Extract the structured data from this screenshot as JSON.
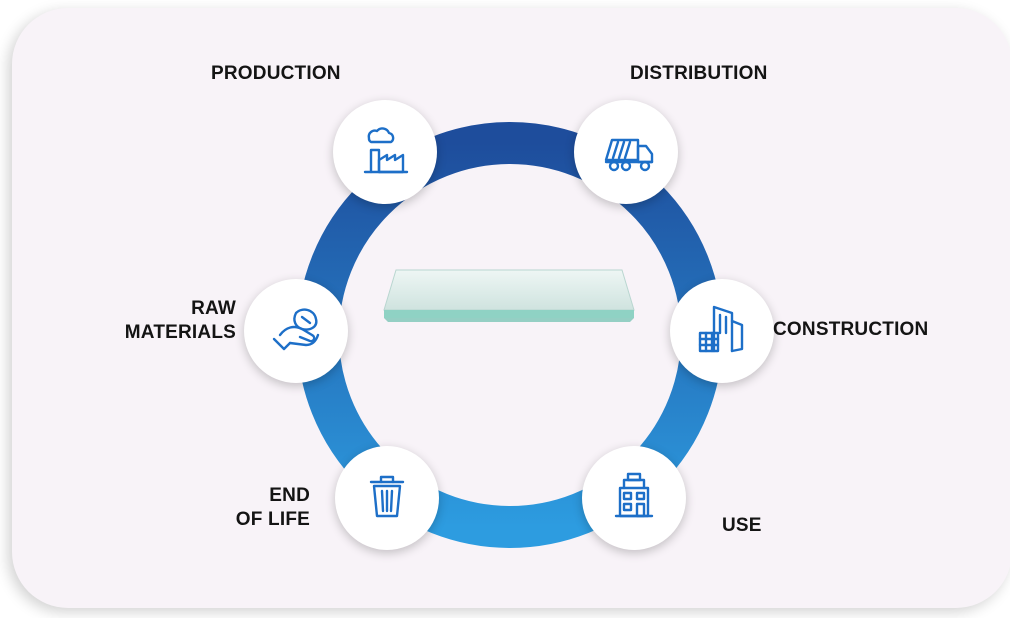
{
  "colors": {
    "background": "#f8f3f8",
    "ring_top": "#1e4d9c",
    "ring_bottom": "#2d9ce0",
    "icon": "#1d6fc8",
    "label": "#141414"
  },
  "center": {
    "image": "glass-pane"
  },
  "stages": [
    {
      "key": "production",
      "icon": "factory-icon",
      "label": "PRODUCTION"
    },
    {
      "key": "distribution",
      "icon": "truck-icon",
      "label": "DISTRIBUTION"
    },
    {
      "key": "construction",
      "icon": "building-icon",
      "label": "CONSTRUCTION"
    },
    {
      "key": "use",
      "icon": "house-icon",
      "label": "USE"
    },
    {
      "key": "end_of_life",
      "icon": "trash-bin-icon",
      "label_line1": "END",
      "label_line2": "OF LIFE"
    },
    {
      "key": "raw_materials",
      "icon": "hand-materials-icon",
      "label_line1": "RAW",
      "label_line2": "MATERIALS"
    }
  ]
}
